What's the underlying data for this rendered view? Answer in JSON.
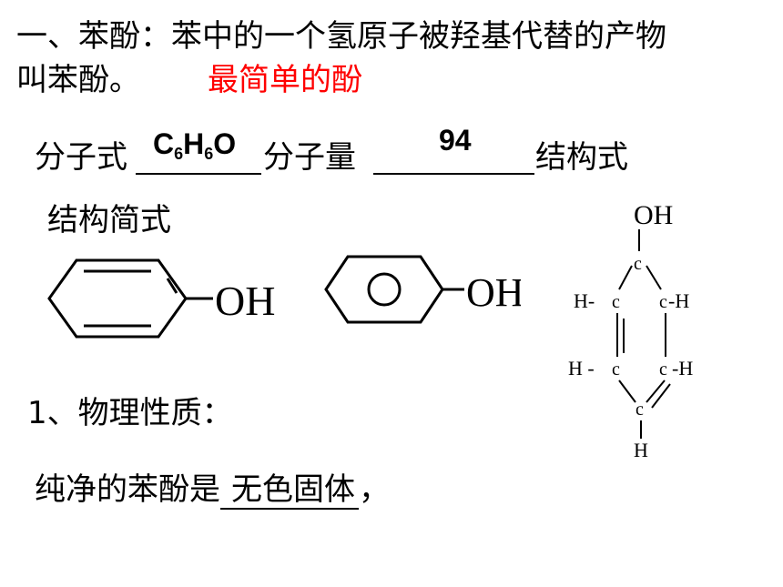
{
  "slide": {
    "line1": "一、苯酚：苯中的一个氢原子被羟基代替的产物",
    "line2": "叫苯酚。",
    "highlight": "最简单的酚",
    "formula_label": "分子式",
    "formula_answer": {
      "c": "C",
      "c_sub": "6",
      "h": "H",
      "h_sub": "6",
      "o": "O"
    },
    "mass_label": "分子量",
    "mass_answer": "94",
    "structural_label": "结构式",
    "skeletal_label": "结构简式",
    "oh_label": "OH",
    "full_structure": {
      "top_oh": "OH",
      "c": "c",
      "h": "H",
      "h_left": "H-",
      "h_right": "-H",
      "h_left2": "H -",
      "h_right2": "-H"
    },
    "section1": "1、物理性质：",
    "property_prefix": "纯净的苯酚是",
    "property_answer": "无色固体",
    "property_suffix": "，"
  },
  "colors": {
    "accent": "#ff0000",
    "text": "#000000"
  }
}
